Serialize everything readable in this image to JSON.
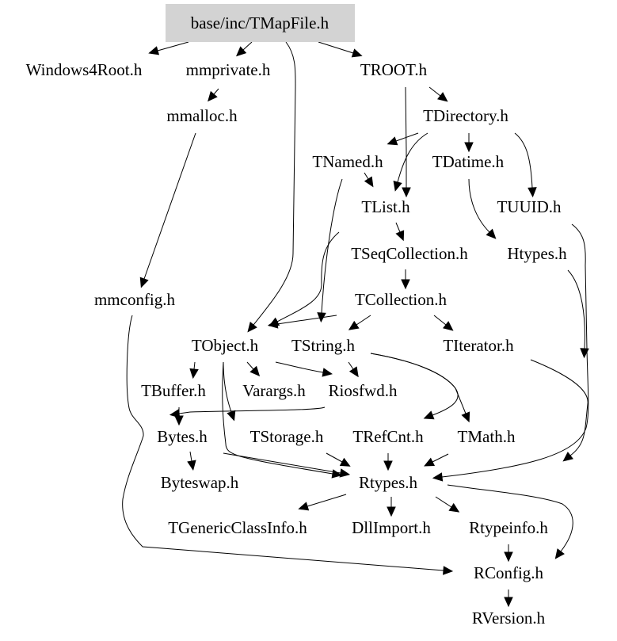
{
  "diagram": {
    "title": "base/inc/TMapFile.h",
    "root_fill": "#d3d3d3",
    "nodes": [
      {
        "id": "TMapFile",
        "label": "base/inc/TMapFile.h",
        "root": true
      },
      {
        "id": "Windows4Root",
        "label": "Windows4Root.h"
      },
      {
        "id": "mmprivate",
        "label": "mmprivate.h"
      },
      {
        "id": "TROOT",
        "label": "TROOT.h"
      },
      {
        "id": "mmalloc",
        "label": "mmalloc.h"
      },
      {
        "id": "TDirectory",
        "label": "TDirectory.h"
      },
      {
        "id": "TNamed",
        "label": "TNamed.h"
      },
      {
        "id": "TDatime",
        "label": "TDatime.h"
      },
      {
        "id": "TList",
        "label": "TList.h"
      },
      {
        "id": "TUUID",
        "label": "TUUID.h"
      },
      {
        "id": "TSeqCollection",
        "label": "TSeqCollection.h"
      },
      {
        "id": "Htypes",
        "label": "Htypes.h"
      },
      {
        "id": "mmconfig",
        "label": "mmconfig.h"
      },
      {
        "id": "TCollection",
        "label": "TCollection.h"
      },
      {
        "id": "TObject",
        "label": "TObject.h"
      },
      {
        "id": "TString",
        "label": "TString.h"
      },
      {
        "id": "TIterator",
        "label": "TIterator.h"
      },
      {
        "id": "TBuffer",
        "label": "TBuffer.h"
      },
      {
        "id": "Varargs",
        "label": "Varargs.h"
      },
      {
        "id": "Riosfwd",
        "label": "Riosfwd.h"
      },
      {
        "id": "Bytes",
        "label": "Bytes.h"
      },
      {
        "id": "TStorage",
        "label": "TStorage.h"
      },
      {
        "id": "TRefCnt",
        "label": "TRefCnt.h"
      },
      {
        "id": "TMath",
        "label": "TMath.h"
      },
      {
        "id": "Byteswap",
        "label": "Byteswap.h"
      },
      {
        "id": "Rtypes",
        "label": "Rtypes.h"
      },
      {
        "id": "TGenericClassInfo",
        "label": "TGenericClassInfo.h"
      },
      {
        "id": "DllImport",
        "label": "DllImport.h"
      },
      {
        "id": "Rtypeinfo",
        "label": "Rtypeinfo.h"
      },
      {
        "id": "RConfig",
        "label": "RConfig.h"
      },
      {
        "id": "RVersion",
        "label": "RVersion.h"
      }
    ],
    "edges": [
      {
        "from": "TMapFile",
        "to": "Windows4Root"
      },
      {
        "from": "TMapFile",
        "to": "mmprivate"
      },
      {
        "from": "TMapFile",
        "to": "TROOT"
      },
      {
        "from": "TMapFile",
        "to": "TObject"
      },
      {
        "from": "mmprivate",
        "to": "mmalloc"
      },
      {
        "from": "mmalloc",
        "to": "mmconfig"
      },
      {
        "from": "mmconfig",
        "to": "RConfig"
      },
      {
        "from": "TROOT",
        "to": "TDirectory"
      },
      {
        "from": "TROOT",
        "to": "TList"
      },
      {
        "from": "TDirectory",
        "to": "TNamed"
      },
      {
        "from": "TDirectory",
        "to": "TDatime"
      },
      {
        "from": "TDirectory",
        "to": "TUUID"
      },
      {
        "from": "TDirectory",
        "to": "TList"
      },
      {
        "from": "TNamed",
        "to": "TList"
      },
      {
        "from": "TNamed",
        "to": "TString"
      },
      {
        "from": "TDatime",
        "to": "Htypes"
      },
      {
        "from": "TUUID",
        "to": "Rtypes"
      },
      {
        "from": "Htypes",
        "to": "Rtypes"
      },
      {
        "from": "TList",
        "to": "TSeqCollection"
      },
      {
        "from": "TList",
        "to": "TObject"
      },
      {
        "from": "TSeqCollection",
        "to": "TCollection"
      },
      {
        "from": "TCollection",
        "to": "TObject"
      },
      {
        "from": "TCollection",
        "to": "TString"
      },
      {
        "from": "TCollection",
        "to": "TIterator"
      },
      {
        "from": "TIterator",
        "to": "Rtypes"
      },
      {
        "from": "TObject",
        "to": "TBuffer"
      },
      {
        "from": "TObject",
        "to": "Varargs"
      },
      {
        "from": "TObject",
        "to": "Riosfwd"
      },
      {
        "from": "TObject",
        "to": "TStorage"
      },
      {
        "from": "TObject",
        "to": "Rtypes"
      },
      {
        "from": "TString",
        "to": "Riosfwd"
      },
      {
        "from": "TString",
        "to": "TRefCnt"
      },
      {
        "from": "TString",
        "to": "TMath"
      },
      {
        "from": "Riosfwd",
        "to": "Bytes"
      },
      {
        "from": "TBuffer",
        "to": "Bytes"
      },
      {
        "from": "Bytes",
        "to": "Byteswap"
      },
      {
        "from": "Bytes",
        "to": "Rtypes"
      },
      {
        "from": "TStorage",
        "to": "Rtypes"
      },
      {
        "from": "TRefCnt",
        "to": "Rtypes"
      },
      {
        "from": "TMath",
        "to": "Rtypes"
      },
      {
        "from": "Rtypes",
        "to": "TGenericClassInfo"
      },
      {
        "from": "Rtypes",
        "to": "DllImport"
      },
      {
        "from": "Rtypes",
        "to": "Rtypeinfo"
      },
      {
        "from": "Rtypes",
        "to": "RConfig"
      },
      {
        "from": "Rtypeinfo",
        "to": "RConfig"
      },
      {
        "from": "RConfig",
        "to": "RVersion"
      }
    ]
  }
}
